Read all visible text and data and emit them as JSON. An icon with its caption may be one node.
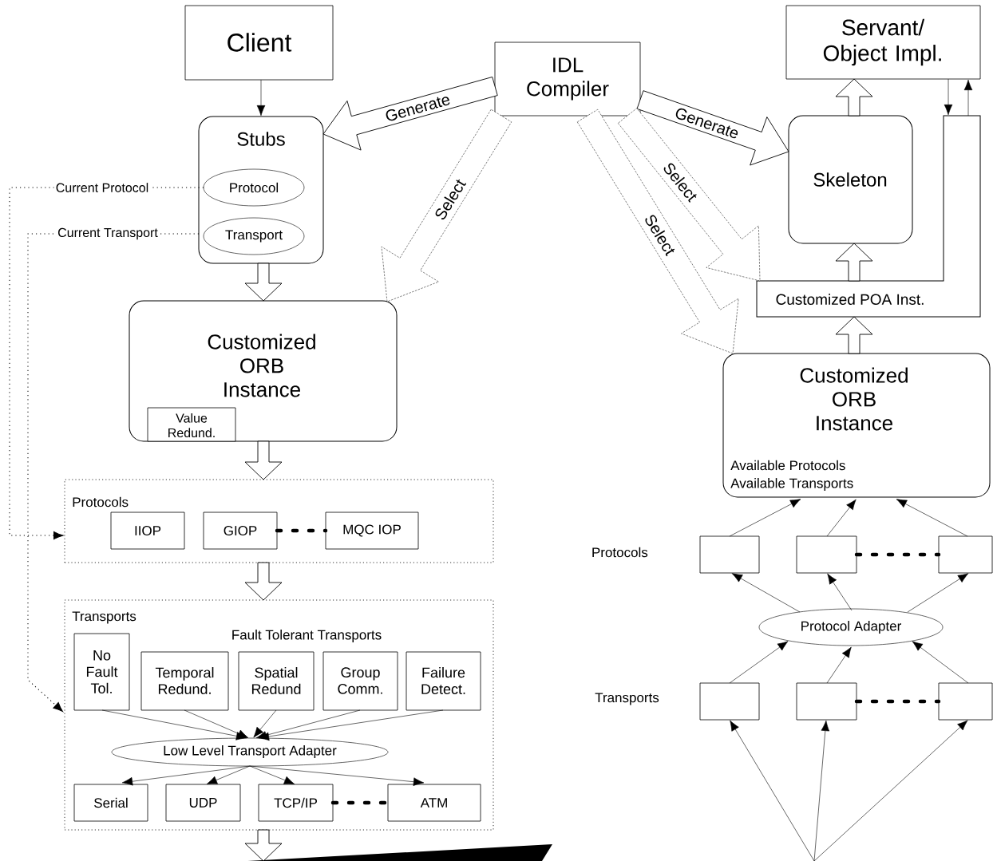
{
  "diagram": {
    "nodes": [
      {
        "text": [
          "Client"
        ]
      },
      {
        "text": [
          "IDL Compiler"
        ]
      },
      {
        "text": [
          "Servant/ Object Impl."
        ]
      },
      {
        "text": [
          "Stubs"
        ]
      },
      {
        "text": [
          "Protocol"
        ],
        "in": 3
      },
      {
        "text": [
          "Transport"
        ],
        "in": 3
      },
      {
        "text": [
          "Skeleton"
        ]
      },
      {
        "text": [
          "Customized POA Inst."
        ]
      },
      {
        "text": [
          "Customized ORB Instance"
        ]
      },
      {
        "text": [
          "Value Redund."
        ],
        "in": 8
      },
      {
        "text": [
          "Customized ORB Instance",
          "Available Protocols",
          "Available Transports"
        ]
      },
      {
        "text": [
          "Protocols"
        ]
      },
      {
        "text": [
          "IIOP"
        ],
        "in": 11
      },
      {
        "text": [
          "GIOP"
        ],
        "in": 11
      },
      {
        "text": [
          "MQC IOP"
        ],
        "in": 11
      },
      {
        "text": [
          "Transports"
        ]
      },
      {
        "text": [
          "No Fault Tol."
        ],
        "in": 15
      },
      {
        "text": [
          "Temporal Redund."
        ],
        "in": 15
      },
      {
        "text": [
          "Spatial Redund"
        ],
        "in": 15
      },
      {
        "text": [
          "Group Comm."
        ],
        "in": 15
      },
      {
        "text": [
          "Failure Detect."
        ],
        "in": 15
      },
      {
        "text": [
          "Low Level Transport Adapter"
        ],
        "in": 15
      },
      {
        "text": [
          "Serial"
        ],
        "in": 15
      },
      {
        "text": [
          "UDP"
        ],
        "in": 15
      },
      {
        "text": [
          "TCP/IP"
        ],
        "in": 15
      },
      {
        "text": [
          "ATM"
        ],
        "in": 15
      },
      {
        "text": [],
        "shape": "box"
      },
      {
        "text": [],
        "shape": "box"
      },
      {
        "text": [],
        "shape": "box"
      },
      {
        "text": [
          "Protocol Adapter"
        ]
      },
      {
        "text": [],
        "shape": "box"
      },
      {
        "text": [],
        "shape": "box"
      },
      {
        "text": [],
        "shape": "box"
      },
      {
        "text": [],
        "shape": "wedge"
      }
    ],
    "edges": [
      {
        "from": 0,
        "to": 3,
        "arrow": "to"
      },
      {
        "from": 1,
        "to": 3,
        "arrow": "to",
        "label": "Generate",
        "style": "thick"
      },
      {
        "from": 1,
        "to": 6,
        "arrow": "to",
        "label": "Generate",
        "style": "thick"
      },
      {
        "from": 1,
        "to": 8,
        "arrow": "to",
        "label": "Select",
        "style": "dashed"
      },
      {
        "from": 1,
        "to": 7,
        "arrow": "to",
        "label": "Select",
        "style": "dashed"
      },
      {
        "from": 1,
        "to": 10,
        "arrow": "to",
        "label": "Select",
        "style": "dashed"
      },
      {
        "from": 3,
        "to": 8,
        "arrow": "to",
        "style": "thick"
      },
      {
        "from": 8,
        "to": 11,
        "arrow": "to",
        "style": "thick"
      },
      {
        "from": 11,
        "to": 15,
        "arrow": "to",
        "style": "thick"
      },
      {
        "from": 15,
        "to": null,
        "arrow": "to",
        "style": "thick"
      },
      {
        "from": 6,
        "to": 2,
        "arrow": "to",
        "style": "thick"
      },
      {
        "from": 7,
        "to": 6,
        "arrow": "to",
        "style": "thick"
      },
      {
        "from": 10,
        "to": 7,
        "arrow": "to",
        "style": "thick"
      },
      {
        "from": 2,
        "to": 7,
        "arrow": "to"
      },
      {
        "from": 7,
        "to": 2,
        "arrow": "to"
      },
      {
        "from": 4,
        "to": 11,
        "arrow": "to",
        "label": "Current Protocol",
        "style": "dashed"
      },
      {
        "from": 5,
        "to": 15,
        "arrow": "to",
        "label": "Current Transport",
        "style": "dashed"
      },
      {
        "from": 13,
        "to": 14,
        "arrow": "none",
        "style": "dashed"
      },
      {
        "from": 24,
        "to": 25,
        "arrow": "none",
        "style": "dashed"
      },
      {
        "from": 16,
        "to": 21,
        "arrow": "to"
      },
      {
        "from": 17,
        "to": 21,
        "arrow": "to"
      },
      {
        "from": 18,
        "to": 21,
        "arrow": "to"
      },
      {
        "from": 19,
        "to": 21,
        "arrow": "to"
      },
      {
        "from": 20,
        "to": 21,
        "arrow": "to"
      },
      {
        "from": 21,
        "to": 22,
        "arrow": "to"
      },
      {
        "from": 21,
        "to": 23,
        "arrow": "to"
      },
      {
        "from": 21,
        "to": 24,
        "arrow": "to"
      },
      {
        "from": 21,
        "to": 25,
        "arrow": "to"
      },
      {
        "from": 26,
        "to": 10,
        "arrow": "to"
      },
      {
        "from": 27,
        "to": 10,
        "arrow": "to"
      },
      {
        "from": 28,
        "to": 10,
        "arrow": "to"
      },
      {
        "from": 29,
        "to": 26,
        "arrow": "to"
      },
      {
        "from": 29,
        "to": 27,
        "arrow": "to"
      },
      {
        "from": 29,
        "to": 28,
        "arrow": "to"
      },
      {
        "from": 30,
        "to": 29,
        "arrow": "to"
      },
      {
        "from": 31,
        "to": 29,
        "arrow": "to"
      },
      {
        "from": 32,
        "to": 29,
        "arrow": "to"
      },
      {
        "from": 27,
        "to": 28,
        "arrow": "none",
        "style": "dashed"
      },
      {
        "from": 31,
        "to": 32,
        "arrow": "none",
        "style": "dashed"
      },
      {
        "from": null,
        "to": 30,
        "arrow": "to"
      },
      {
        "from": null,
        "to": 31,
        "arrow": "to"
      },
      {
        "from": null,
        "to": 32,
        "arrow": "to"
      }
    ],
    "labels": [
      "Fault Tolerant Transports",
      "Protocols",
      "Transports"
    ]
  }
}
